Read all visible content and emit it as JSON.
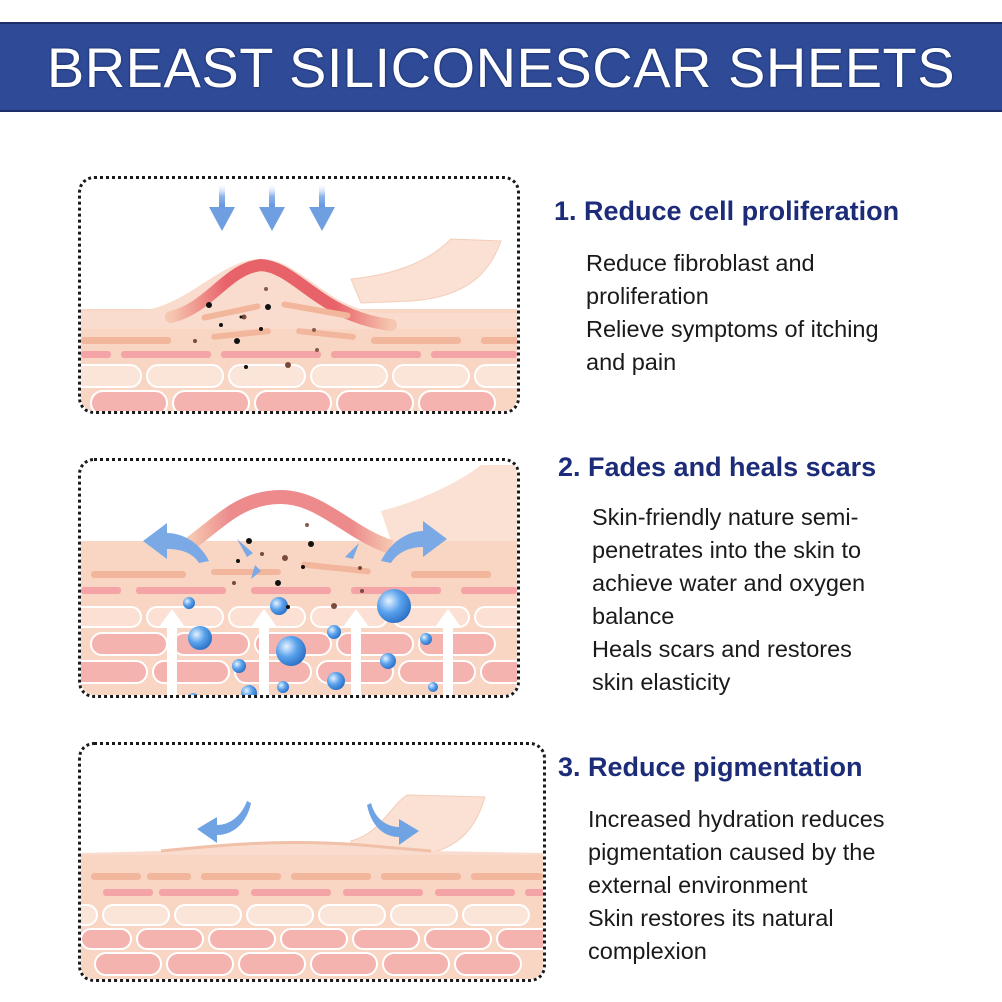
{
  "banner": {
    "title": "BREAST SILICONESCAR SHEETS",
    "background_color": "#2f4b97",
    "text_color": "#ffffff"
  },
  "sections": [
    {
      "heading": "1. Reduce cell proliferation",
      "lines": [
        "Reduce fibroblast and",
        "proliferation",
        "Relieve symptoms of itching",
        "and pain"
      ],
      "illustration": "skin-cross-section-with-raised-scar-and-downward-arrows"
    },
    {
      "heading": "2. Fades and heals scars",
      "lines": [
        "Skin-friendly nature semi-",
        "penetrates into the skin to",
        "achieve water and oxygen",
        "balance",
        "Heals scars and restores",
        "skin elasticity"
      ],
      "illustration": "skin-cross-section-with-water-bubbles-and-upward-arrows"
    },
    {
      "heading": "3. Reduce pigmentation",
      "lines": [
        "Increased hydration reduces",
        "pigmentation caused by the",
        "external environment",
        "Skin restores its natural",
        "complexion"
      ],
      "illustration": "skin-cross-section-flattened-scar-with-curved-arrows"
    }
  ],
  "colors": {
    "heading": "#1c2c78",
    "body": "#1a1a1a",
    "skin_light": "#fbe1d3",
    "skin_mid": "#f6c7b0",
    "scar_red": "#e8626a",
    "arrow_blue": "#6f9fe0",
    "bubble_blue": "#3e8ee0"
  }
}
